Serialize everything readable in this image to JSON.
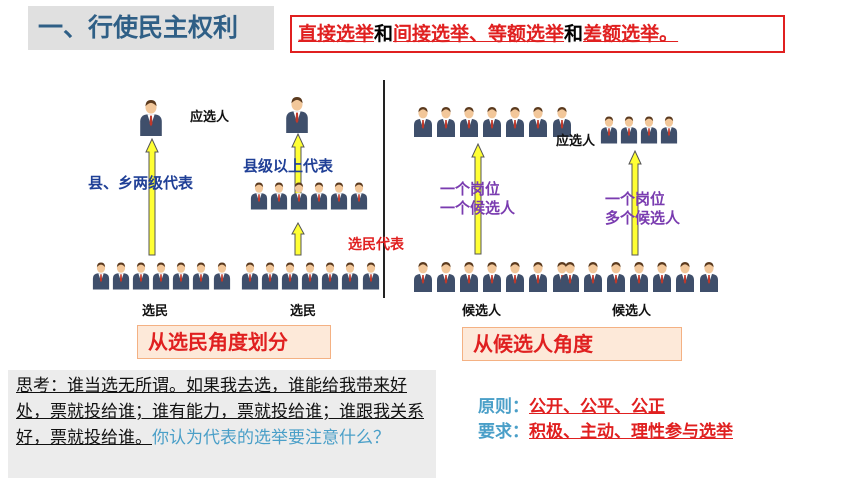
{
  "header": {
    "title": "一、行使民主权利"
  },
  "banner": {
    "part1": "直接选举",
    "and1": "和",
    "part2": "间接选举、等额选举",
    "and2": "和",
    "part3": "差额选举",
    "end": "。"
  },
  "left_diagram": {
    "candidate_label": "应选人",
    "direct_label": "县、乡两级代表",
    "indirect_label": "县级以上代表",
    "delegate_label": "选民代表",
    "voters_label_1": "选民",
    "voters_label_2": "选民",
    "category": "从选民角度划分"
  },
  "right_diagram": {
    "candidate_label": "应选人",
    "equal_label_line1": "一个岗位",
    "equal_label_line2": "一个候选人",
    "diff_label_line1": "一个岗位",
    "diff_label_line2": "多个候选人",
    "candidates_label_1": "候选人",
    "candidates_label_2": "候选人",
    "category": "从候选人角度"
  },
  "think": {
    "text_underlined": "思考：谁当选无所谓。如果我去选，谁能给我带来好处，票就投给谁；谁有能力，票就投给谁；谁跟我关系好，票就投给谁。",
    "question": "你认为代表的选举要注意什么？"
  },
  "principle": {
    "key": "原则：",
    "value": "公开、公平、公正"
  },
  "requirement": {
    "key": "要求：",
    "value": "积极、主动、理性参与选举"
  },
  "colors": {
    "red": "#e02020",
    "title_blue": "#2f5f86",
    "arrow_yellow": "#ffff33",
    "purple": "#7a3cb0",
    "label_blue": "#1f3f96"
  }
}
